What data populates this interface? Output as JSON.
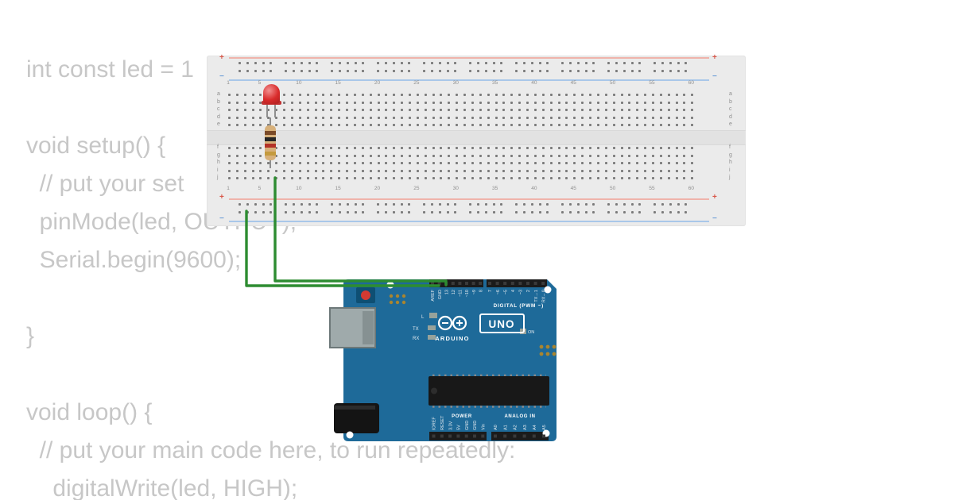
{
  "editor": {
    "lines": [
      "int const led = 1",
      "",
      "void setup() {",
      "  // put your set",
      "  pinMode(led, OUTPUT);",
      "  Serial.begin(9600);",
      "",
      "}",
      "",
      "void loop() {",
      "  // put your main code here, to run repeatedly:",
      "    digitalWrite(led, HIGH);"
    ]
  },
  "breadboard": {
    "column_numbers": [
      1,
      5,
      10,
      15,
      20,
      25,
      30,
      35,
      40,
      45,
      50,
      55,
      60
    ],
    "row_letters_top": [
      "a",
      "b",
      "c",
      "d",
      "e"
    ],
    "row_letters_bottom": [
      "f",
      "g",
      "h",
      "i",
      "j"
    ],
    "plus": "+",
    "minus": "−"
  },
  "arduino": {
    "brand": "ARDUINO",
    "model": "UNO",
    "digital_label": "DIGITAL (PWM ~)",
    "power_label": "POWER",
    "analog_label": "ANALOG IN",
    "led_l": "L",
    "led_tx": "TX",
    "led_rx": "RX",
    "led_on": "ON",
    "digital_pins_left": [
      "AREF",
      "GND",
      "13",
      "12",
      "~11",
      "~10",
      "~9",
      "8"
    ],
    "digital_pins_right": [
      "7",
      "~6",
      "~5",
      "4",
      "~3",
      "2",
      "TX→1",
      "RX←0"
    ],
    "power_pins": [
      "IOREF",
      "RESET",
      "3.3V",
      "5V",
      "GND",
      "GND",
      "Vin"
    ],
    "analog_pins": [
      "A0",
      "A1",
      "A2",
      "A3",
      "A4",
      "A5"
    ]
  },
  "colors": {
    "board_color": "#1e6a99",
    "wire_color": "#2d8c31",
    "led_color": "#d92b2b",
    "breadboard_bg": "#ebebeb",
    "code_text_color": "#c7c7c7",
    "rail_positive": "#d9584a",
    "rail_negative": "#6f9fd8"
  }
}
